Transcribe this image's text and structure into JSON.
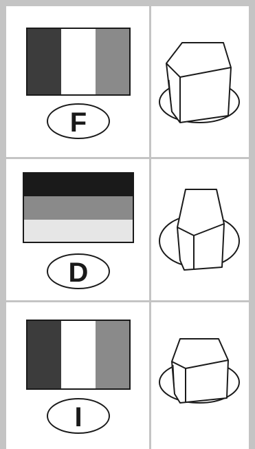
{
  "rows": [
    {
      "country_code": "F",
      "flag": {
        "orientation": "vertical",
        "stripes": [
          "#3c3c3c",
          "#ffffff",
          "#8a8a8a"
        ]
      }
    },
    {
      "country_code": "D",
      "flag": {
        "orientation": "horizontal",
        "stripes": [
          "#1a1a1a",
          "#8a8a8a",
          "#e6e6e6"
        ]
      }
    },
    {
      "country_code": "I",
      "flag": {
        "orientation": "vertical",
        "stripes": [
          "#3c3c3c",
          "#ffffff",
          "#8a8a8a"
        ]
      }
    }
  ],
  "colors": {
    "frame_gray": "#c4c4c4",
    "line": "#1a1a1a"
  }
}
